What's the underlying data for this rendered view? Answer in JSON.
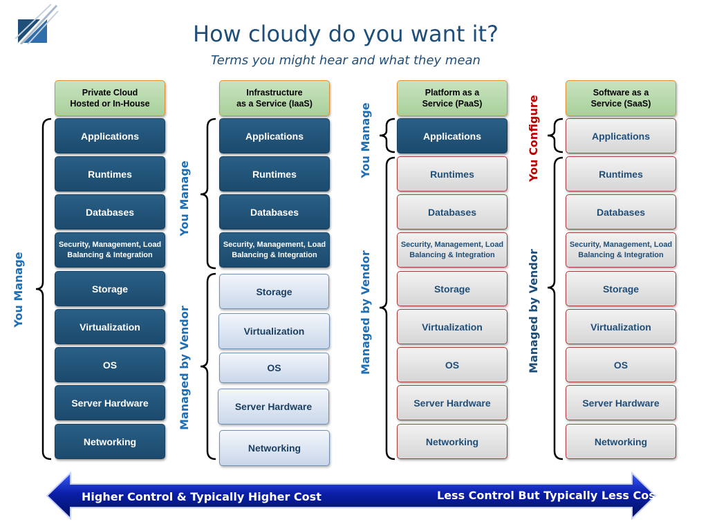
{
  "title": "How cloudy do you want it?",
  "subtitle": "Terms you might hear and what they mean",
  "columns": [
    {
      "header": [
        "Private Cloud",
        "Hosted or In-House"
      ],
      "layers": [
        "Applications",
        "Runtimes",
        "Databases",
        "Security, Management, Load Balancing & Integration",
        "Storage",
        "Virtualization",
        "OS",
        "Server Hardware",
        "Networking"
      ],
      "labels": [
        "You Manage"
      ]
    },
    {
      "header": [
        "Infrastructure",
        "as a Service (IaaS)"
      ],
      "layers": [
        "Applications",
        "Runtimes",
        "Databases",
        "Security, Management, Load Balancing & Integration",
        "Storage",
        "Virtualization",
        "OS",
        "Server Hardware",
        "Networking"
      ],
      "labels": [
        "You Manage",
        "Managed by Vendor"
      ]
    },
    {
      "header": [
        "Platform as a",
        "Service (PaaS)"
      ],
      "layers": [
        "Applications",
        "Runtimes",
        "Databases",
        "Security, Management, Load Balancing & Integration",
        "Storage",
        "Virtualization",
        "OS",
        "Server Hardware",
        "Networking"
      ],
      "labels": [
        "You Manage",
        "Managed by Vendor"
      ]
    },
    {
      "header": [
        "Software as a",
        "Service (SaaS)"
      ],
      "layers": [
        "Applications",
        "Runtimes",
        "Databases",
        "Security, Management, Load Balancing & Integration",
        "Storage",
        "Virtualization",
        "OS",
        "Server Hardware",
        "Networking"
      ],
      "labels": [
        "You Configure",
        "Managed by Vendor"
      ]
    }
  ],
  "arrow": {
    "left": "Higher Control & Typically Higher Cost",
    "right": "Less Control But Typically Less Cost"
  },
  "colors": {
    "title": "#1f4e79",
    "label_blue": "#1f6fb5",
    "label_red": "#c00000",
    "dark_box": "#1f4e79",
    "header_fill": "#b5d8a8",
    "header_border": "#e0902c",
    "arrow": "#0a1ea8"
  }
}
